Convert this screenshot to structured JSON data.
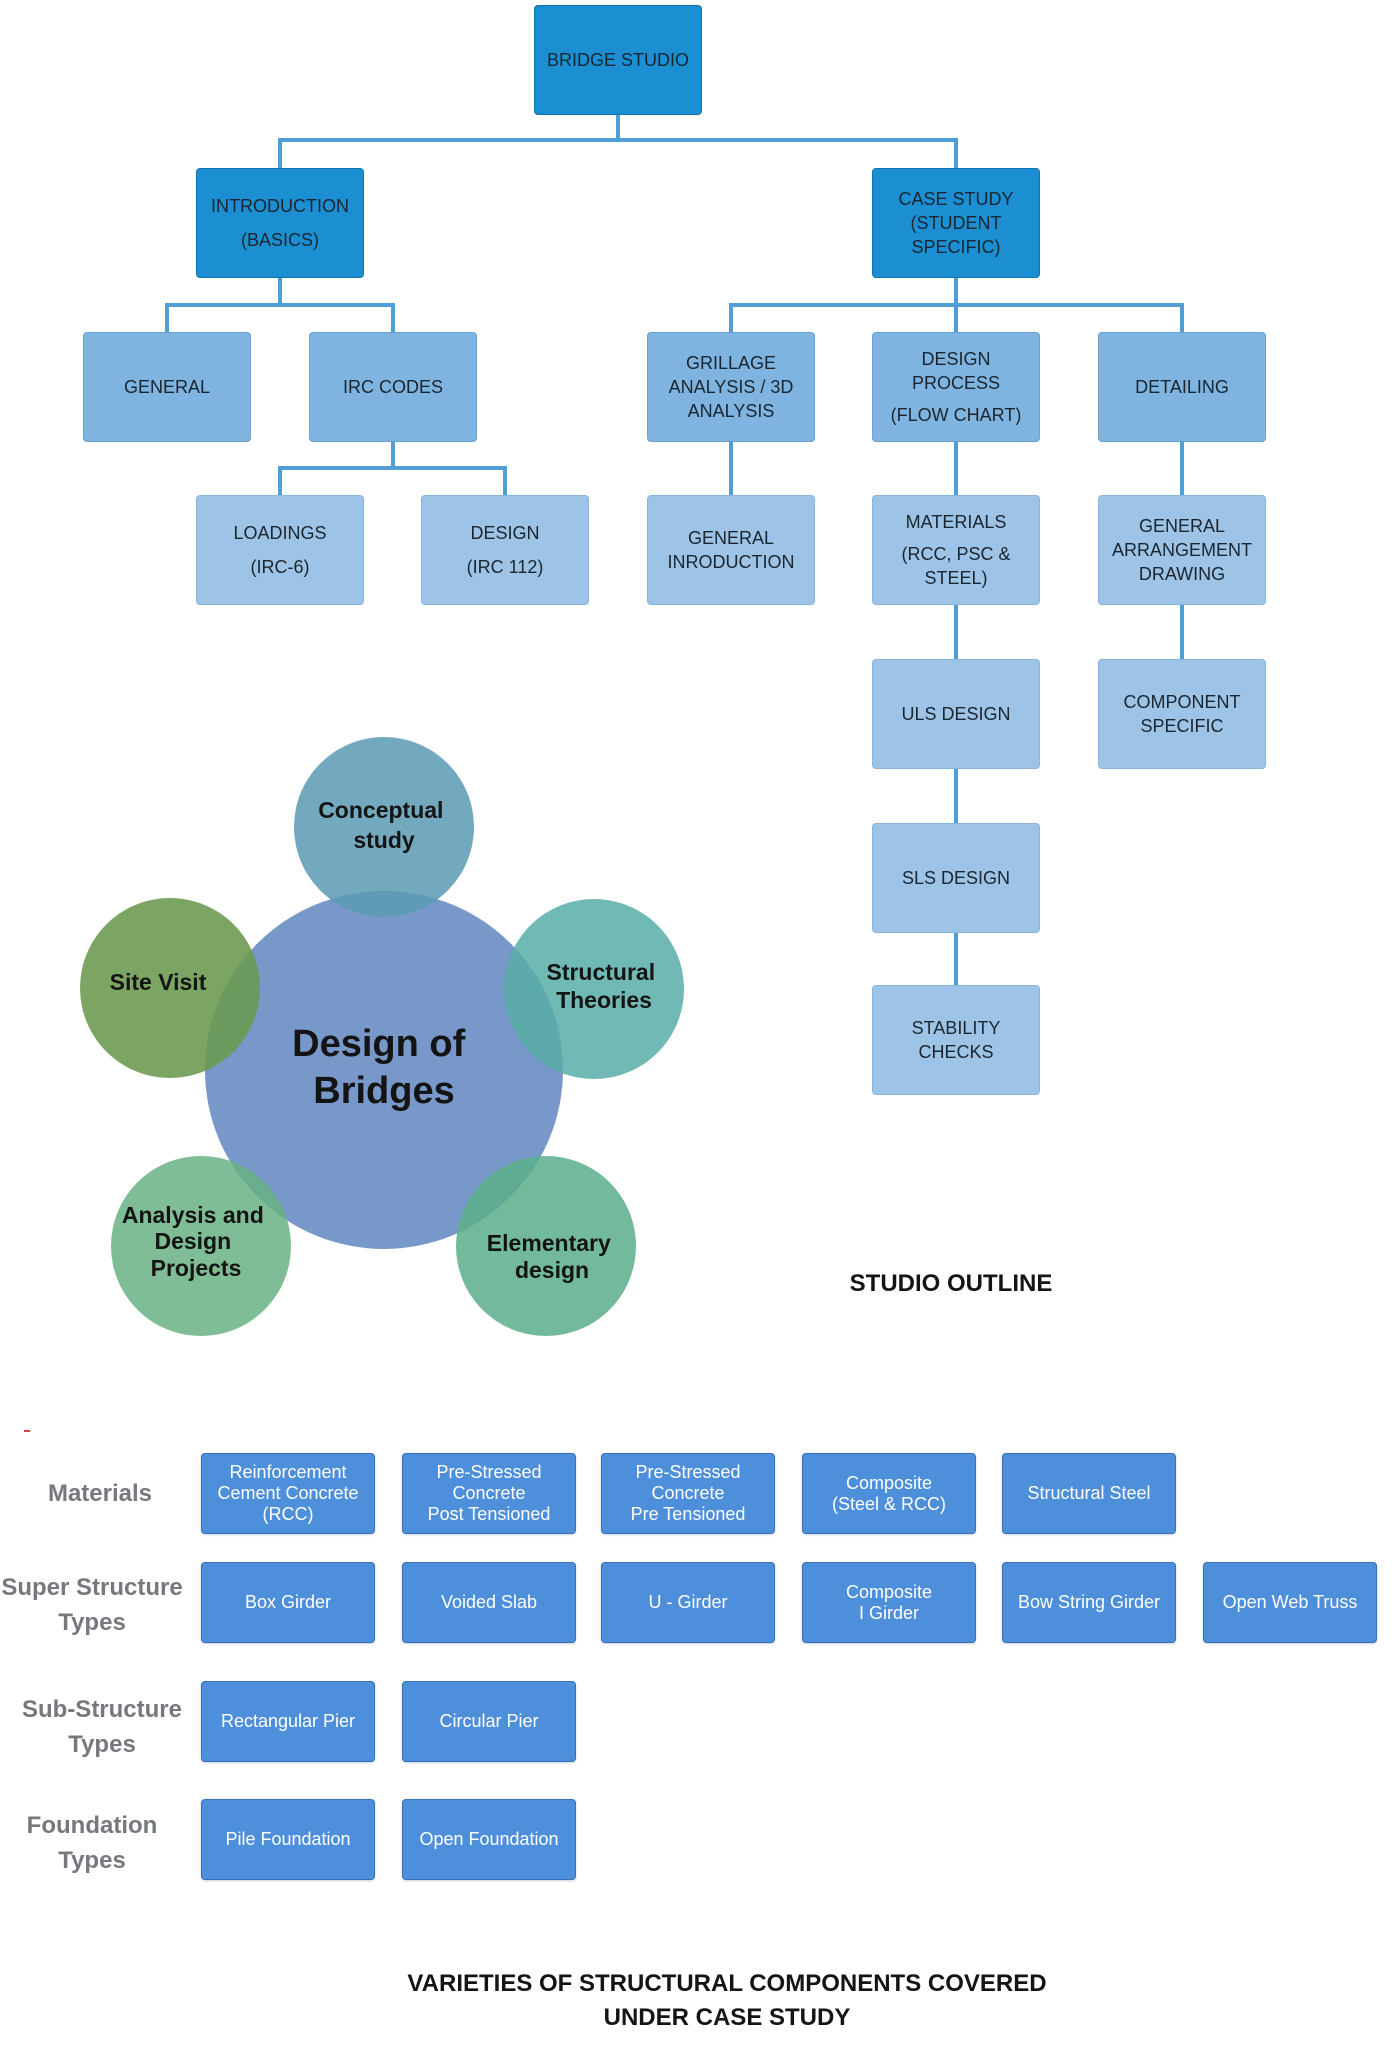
{
  "tree": {
    "root": [
      "BRIDGE STUDIO"
    ],
    "introduction": [
      "INTRODUCTION",
      "(BASICS)"
    ],
    "case_study": [
      "CASE STUDY",
      "(STUDENT",
      "SPECIFIC)"
    ],
    "general": [
      "GENERAL"
    ],
    "irc_codes": [
      "IRC CODES"
    ],
    "grillage": [
      "GRILLAGE",
      "ANALYSIS / 3D",
      "ANALYSIS"
    ],
    "design_process": [
      "DESIGN",
      "PROCESS",
      "(FLOW CHART)"
    ],
    "detailing": [
      "DETAILING"
    ],
    "loadings": [
      "LOADINGS",
      "(IRC-6)"
    ],
    "design_irc": [
      "DESIGN",
      "(IRC 112)"
    ],
    "general_introduction": [
      "GENERAL",
      "INRODUCTION"
    ],
    "materials": [
      "MATERIALS",
      "(RCC, PSC &",
      "STEEL)"
    ],
    "ga_drawing": [
      "GENERAL",
      "ARRANGEMENT",
      "DRAWING"
    ],
    "uls": [
      "ULS DESIGN"
    ],
    "component": [
      "COMPONENT",
      "SPECIFIC"
    ],
    "sls": [
      "SLS DESIGN"
    ],
    "stability": [
      "STABILITY",
      "CHECKS"
    ]
  },
  "venn": {
    "center": [
      "Design of",
      "Bridges"
    ],
    "conceptual": [
      "Conceptual",
      "study"
    ],
    "structural": [
      "Structural",
      "Theories"
    ],
    "elementary": [
      "Elementary",
      "design"
    ],
    "analysis": [
      "Analysis and",
      "Design",
      "Projects"
    ],
    "site_visit": [
      "Site Visit"
    ]
  },
  "studio_outline_caption": "STUDIO OUTLINE",
  "components": {
    "rows": [
      {
        "label": [
          "Materials"
        ],
        "items": [
          [
            "Reinforcement",
            "Cement Concrete",
            "(RCC)"
          ],
          [
            "Pre-Stressed",
            "Concrete",
            "Post Tensioned"
          ],
          [
            "Pre-Stressed",
            "Concrete",
            "Pre Tensioned"
          ],
          [
            "Composite",
            "(Steel & RCC)"
          ],
          [
            "Structural Steel"
          ]
        ]
      },
      {
        "label": [
          "Super Structure",
          "Types"
        ],
        "items": [
          [
            "Box Girder"
          ],
          [
            "Voided Slab"
          ],
          [
            "U - Girder"
          ],
          [
            "Composite",
            "I Girder"
          ],
          [
            "Bow String Girder"
          ],
          [
            "Open Web Truss"
          ]
        ]
      },
      {
        "label": [
          "Sub-Structure",
          "Types"
        ],
        "items": [
          [
            "Rectangular Pier"
          ],
          [
            "Circular Pier"
          ]
        ]
      },
      {
        "label": [
          "Foundation",
          "Types"
        ],
        "items": [
          [
            "Pile Foundation"
          ],
          [
            "Open Foundation"
          ]
        ]
      }
    ]
  },
  "bottom_title": [
    "VARIETIES OF STRUCTURAL COMPONENTS COVERED",
    "UNDER CASE STUDY"
  ],
  "colors": {
    "top_node": "#1b8fd2",
    "mid_node": "#7eb4df",
    "leaf_node": "#9dc4e7",
    "connector": "#4f9fd6",
    "component_box": "#4e8fdb",
    "row_label": "#75797e",
    "venn_center": "#6b8fc4",
    "venn_conceptual": "#5a9ab4",
    "venn_structural": "#58ada8",
    "venn_elementary": "#5aae8b",
    "venn_analysis": "#67b283",
    "venn_site_visit": "#6a994e"
  }
}
